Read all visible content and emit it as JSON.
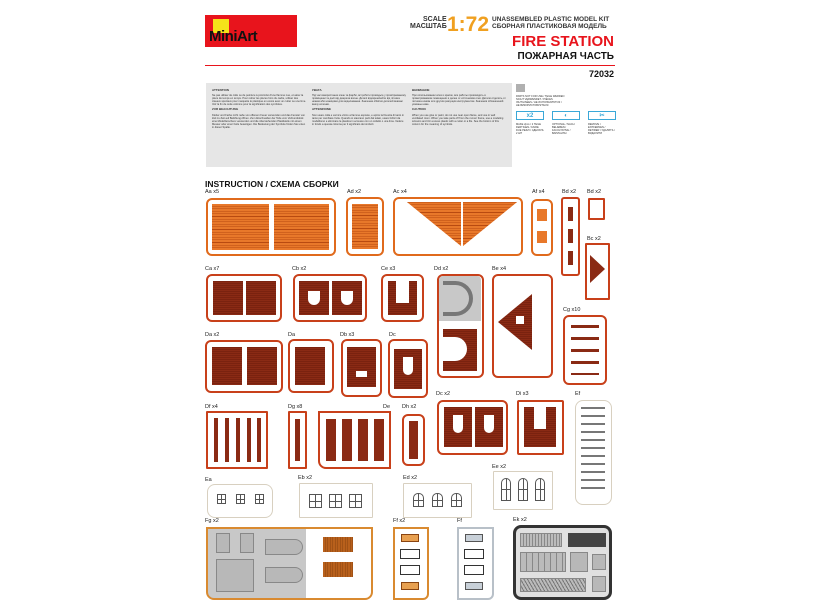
{
  "header": {
    "brand": "MiniArt",
    "scale_label_en": "SCALE",
    "scale_label_ru": "МАСШТАБ",
    "scale_value": "1:72",
    "kit_type_en": "UNASSEMBLED PLASTIC MODEL KIT",
    "kit_type_ru": "СБОРНАЯ ПЛАСТИКОВАЯ МОДЕЛЬ",
    "title": "FIRE STATION",
    "subtitle": "ПОЖАРНАЯ ЧАСТЬ",
    "kit_number": "72032"
  },
  "notes": {
    "attention_title": "ATTENTION",
    "attention_text": "Ne pas utiliser de colle ou de peinture à proximité d'une flamme nue, et aérer la pièce de temps en temps. Pour retirer les pièces hors du cadre, utiliser des ciseaux spéciaux pour maquette le plastique en excès avec un cutter ou une lime. Voir la fin de cette colonne pour la signification des symboles.",
    "zur_title": "ZUR BEACHTUNG",
    "zur_text": "Kleber und Farbe nicht nahe von offenem Feuer verwenden und das Fenster von Zeit zu Zeit auf Belüftung öffnen. Zum Abschneiden der Teile vom Verbundstück eine Modellierschere verwenden und die überstehenden Plastikteile mit einem Messer oder einer Feile beseitigen. Die Bedeutung der Symbole finden Sie unten in dieser Spalte.",
    "uvaga_title": "УВАГА",
    "uvaga_text": "Під час використання клею та фарби, всі роботи проводьте у провітрюваному приміщенні та далі від джерела вогню. Деталі відокремлюйте від літника ножем або ножицями для моделювання. Значення обмітки деталей вказані внизу колонки.",
    "attenzione_title": "ATTENZIONE",
    "attenzione_text": "Non usare colla e vernice vicino a fiamme esposte, e aprire la finestra di tanto in tanto per cambiare l'aria. Quando si staccano parti dal telaio, usare forbici da modellismo e eliminare la plastica in eccesso con un coltello o una lima. Vedere in fondo a questa colonna per il significato dei simboli.",
    "vnimanie_title": "ВНИМАНИЕ",
    "vnimanie_text": "При использовании клея и красок, все работы производить в проветриваемом помещении и далее от источников огня. Детали отделять от литника ножом или другим режущим инструментом. Значения обозначений указаны ниже.",
    "caution_title": "CAUTION",
    "caution_text": "When you use glue or paint, do not use near open flame, and use in well ventilated room. When you take parts off from the runner frame, use a modeling scissors and trim excess plastic with a cutter or a file. See the bottom of this column for the meaning of symbols."
  },
  "info": {
    "not_for_use": "PARTS NOT FOR USE / TEILE WERDEN NICHT VERWENDET / PIÈCES INUTILISÉES / НЕ ИСПОЛЬЗУЮТСЯ / НЕ ВИКОРИСТОВУЄТЬСЯ",
    "symbols": [
      {
        "icon": "x2",
        "text": "MAKE 2pcs / 2 TEILE FERTIGEN / FAIRE DUE PEZZI / СДЕЛАТЬ 2 ШТ"
      },
      {
        "icon": "◐",
        "text": "OPTIONAL / NACH BELIEBEN / FACOLTATIVE / ВАРИАНТЫ"
      },
      {
        "icon": "✂",
        "text": "REMOVE / ENTFERNEN / RETIRER / УДАЛИТЬ / ВИДАЛИТИ"
      }
    ]
  },
  "instruction_title": "INSTRUCTION / СХЕМА СБОРКИ",
  "sprues": {
    "aa": "Aa x5",
    "ad": "Ad x2",
    "ac": "Ac x4",
    "af": "Af x4",
    "bd1": "Bd x2",
    "bd2": "Bd x2",
    "bc": "Bc x2",
    "ca": "Ca x7",
    "cb": "Cb x2",
    "ce": "Ce x3",
    "dd": "Dd x2",
    "be": "Be x4",
    "cg": "Cg x10",
    "da2": "Da x2",
    "da": "Da",
    "db": "Db x3",
    "dc": "Dc",
    "dc2": "Dc x2",
    "di": "Di x3",
    "ef": "Ef",
    "df": "Df x4",
    "dg": "Dg x8",
    "de": "De",
    "dh": "Dh x2",
    "ea": "Ea",
    "eb": "Eb x2",
    "ed": "Ed x2",
    "ee": "Ee x2",
    "fg": "Fg x2",
    "ff2": "Ff x2",
    "ff": "Ff",
    "ek": "Ek x2"
  },
  "colors": {
    "brand_red": "#e8141c",
    "scale_orange": "#f0a020",
    "sprue_orange": "#e06a1c",
    "brick_dark": "#8a2a14"
  }
}
